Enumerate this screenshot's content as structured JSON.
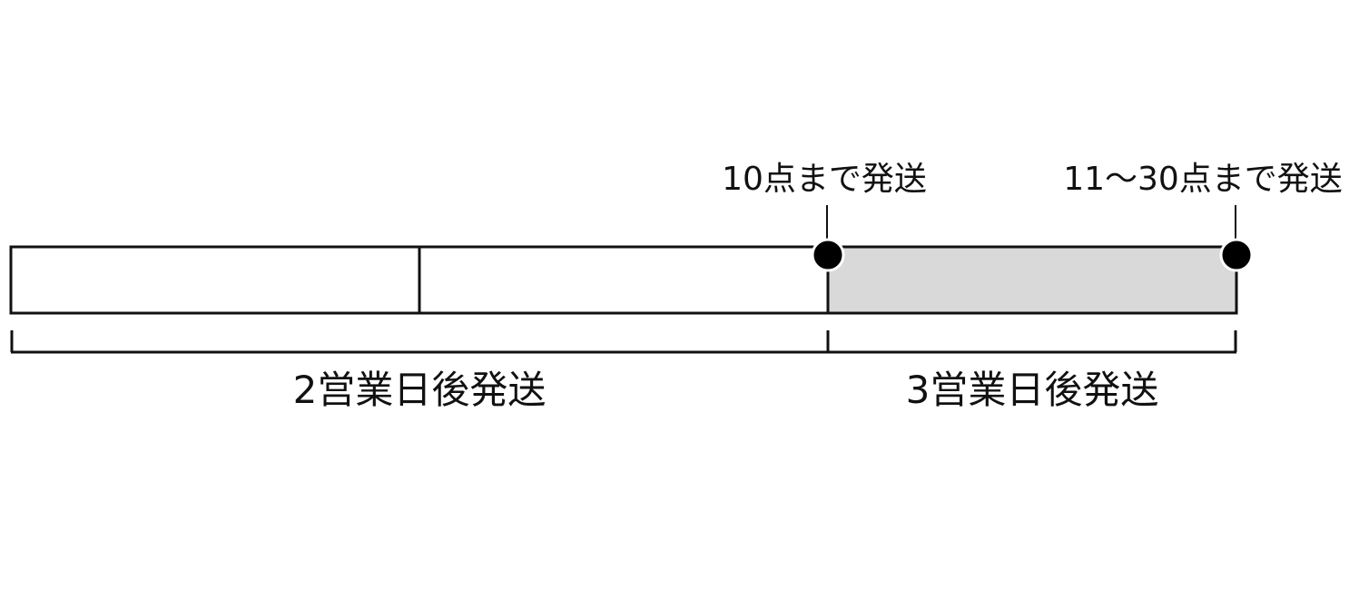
{
  "markers": {
    "threshold_10": "10点まで発送",
    "threshold_30": "11～30点まで発送"
  },
  "ranges": {
    "two_day": "2営業日後発送",
    "three_day": "3営業日後発送"
  },
  "colors": {
    "line": "#111111",
    "highlight_fill": "#d9d9d9",
    "dot": "#000000"
  }
}
